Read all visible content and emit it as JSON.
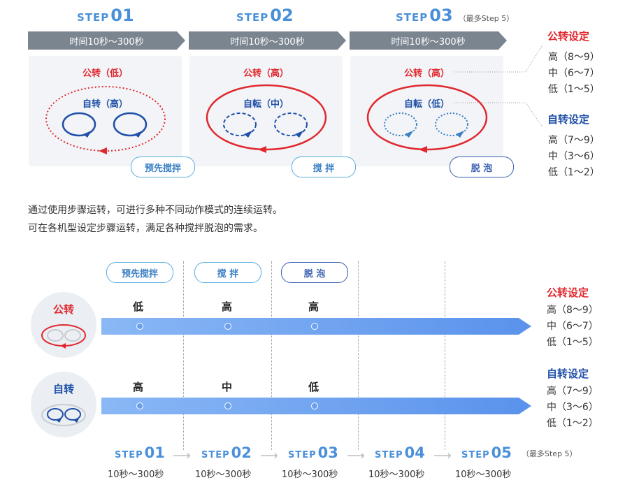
{
  "steps_top": [
    {
      "word": "STEP",
      "num": "01",
      "band": "时间10秒～300秒",
      "public": "公转（低）",
      "self": "自转（高）",
      "pill": "预先搅拌"
    },
    {
      "word": "STEP",
      "num": "02",
      "band": "时间10秒～300秒",
      "public": "公转（高）",
      "self": "自転（中）",
      "pill": "搅 拌"
    },
    {
      "word": "STEP",
      "num": "03",
      "band": "时间10秒～300秒",
      "public": "公转（高）",
      "self": "自転（低）",
      "pill": "脱 泡"
    }
  ],
  "max_note": "（最多Step 5）",
  "public_setting": {
    "title": "公转设定",
    "levels": [
      "高（8～9）",
      "中（6～7）",
      "低（1～5）"
    ]
  },
  "self_setting": {
    "title": "自转设定",
    "levels": [
      "高（7～9）",
      "中（3～6）",
      "低（1～2）"
    ]
  },
  "description": [
    "通过使用步骤运转，可进行多种不同动作模式的连续运转。",
    "可在各机型设定步骤运转，满足各种搅拌脱泡的需求。"
  ],
  "timeline": {
    "pills": [
      "预先搅拌",
      "搅 拌",
      "脱 泡"
    ],
    "public_label": "公转",
    "self_label": "自转",
    "public_levels": [
      "低",
      "高",
      "高"
    ],
    "self_levels": [
      "高",
      "中",
      "低"
    ],
    "steps": [
      {
        "word": "STEP",
        "num": "01",
        "time": "10秒～300秒"
      },
      {
        "word": "STEP",
        "num": "02",
        "time": "10秒～300秒"
      },
      {
        "word": "STEP",
        "num": "03",
        "time": "10秒～300秒"
      },
      {
        "word": "STEP",
        "num": "04",
        "time": "10秒～300秒"
      },
      {
        "word": "STEP",
        "num": "05",
        "time": "10秒～300秒"
      }
    ],
    "max_note": "（最多Step 5）"
  },
  "colors": {
    "accent_blue": "#4a90d9",
    "red": "#e0282e",
    "dark_blue": "#1f4fa8",
    "band_gray": "#7b8590"
  }
}
